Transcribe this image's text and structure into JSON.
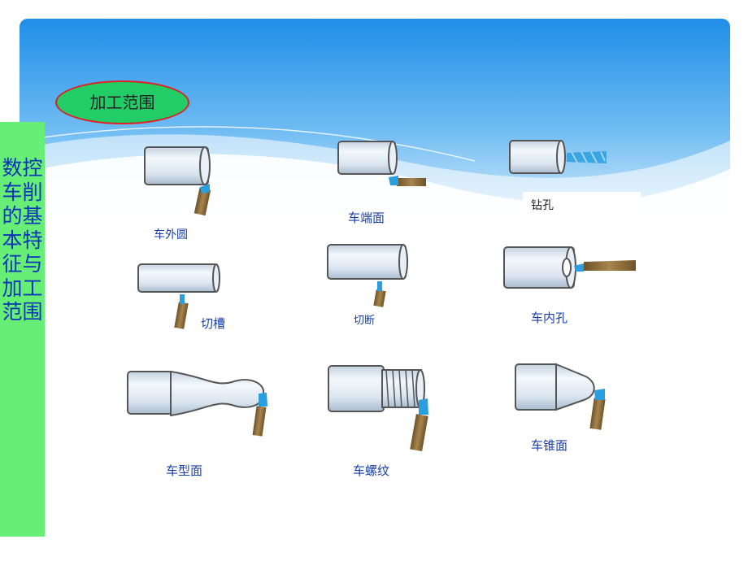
{
  "slide": {
    "side_title": "数控车削的基本特征与加工范围",
    "badge": "加工范围",
    "items": [
      {
        "label": "车外圆"
      },
      {
        "label": "车端面"
      },
      {
        "label": "钻孔"
      },
      {
        "label": "切槽"
      },
      {
        "label": "切断"
      },
      {
        "label": "车内孔"
      },
      {
        "label": "车型面"
      },
      {
        "label": "车螺纹"
      },
      {
        "label": "车锥面"
      }
    ]
  },
  "colors": {
    "sky_top": "#1f8ee8",
    "sky_bottom": "#cfe9fb",
    "side_bar": "#66ee77",
    "side_text": "#0a33b8",
    "badge_fill": "#22cc66",
    "badge_border": "#e02020",
    "label_text": "#1a3fa8",
    "tool_shank": "#8b6a3a",
    "tool_tip": "#2a9fe0",
    "workpiece": "#dfe8f2"
  }
}
